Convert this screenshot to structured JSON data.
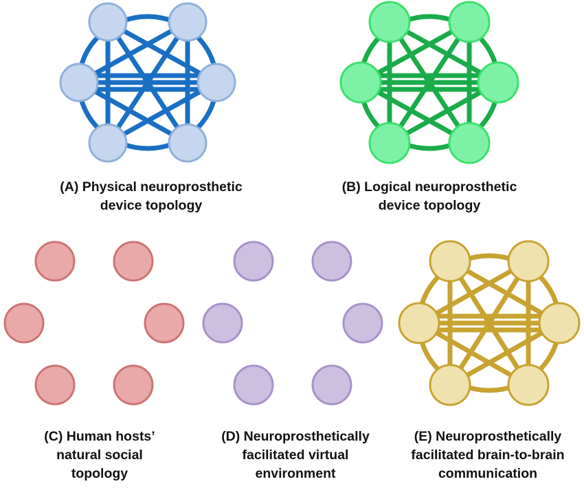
{
  "panels": [
    {
      "id": "a",
      "label_lines": [
        "(A) Physical neuroprosthetic",
        "device topology"
      ],
      "connected": true,
      "style": {
        "edge": "#1a6fc4",
        "node_fill": "#c5d6ee",
        "node_stroke": "#8fb0dc"
      }
    },
    {
      "id": "b",
      "label_lines": [
        "(B) Logical neuroprosthetic",
        "device topology"
      ],
      "connected": true,
      "style": {
        "edge": "#1aab4a",
        "node_fill": "#7df2a6",
        "node_stroke": "#3ddf6e"
      }
    },
    {
      "id": "c",
      "label_lines": [
        "(C) Human hosts’",
        "natural social",
        "topology"
      ],
      "connected": false,
      "style": {
        "edge": "#cc7070",
        "node_fill": "#e9a9a9",
        "node_stroke": "#cc7474"
      }
    },
    {
      "id": "d",
      "label_lines": [
        "(D) Neuroprosthetically",
        "facilitated virtual",
        "environment"
      ],
      "connected": false,
      "style": {
        "edge": "#a792c8",
        "node_fill": "#cdbfe0",
        "node_stroke": "#a792c8"
      }
    },
    {
      "id": "e",
      "label_lines": [
        "(E) Neuroprosthetically",
        "facilitated brain-to-brain",
        "communication"
      ],
      "connected": true,
      "style": {
        "edge": "#c7a331",
        "node_fill": "#f0e2ae",
        "node_stroke": "#c7a331"
      }
    }
  ],
  "nodes_per_panel": 6
}
